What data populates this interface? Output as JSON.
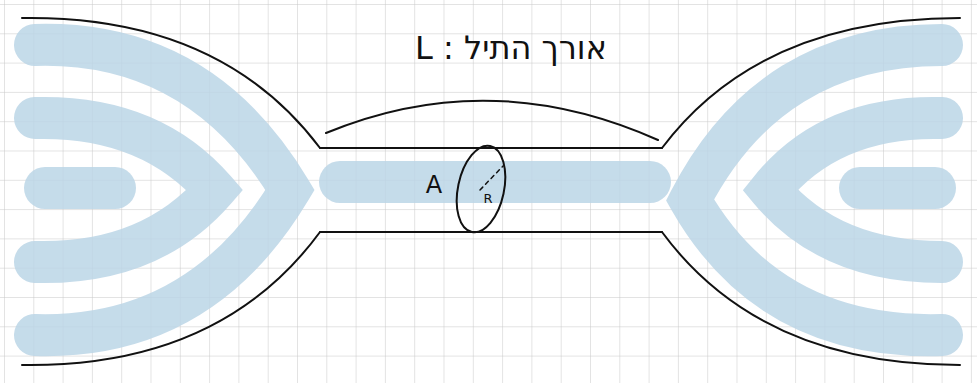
{
  "diagram": {
    "labels": [
      "אורך התיל : L",
      "A",
      "R"
    ]
  }
}
